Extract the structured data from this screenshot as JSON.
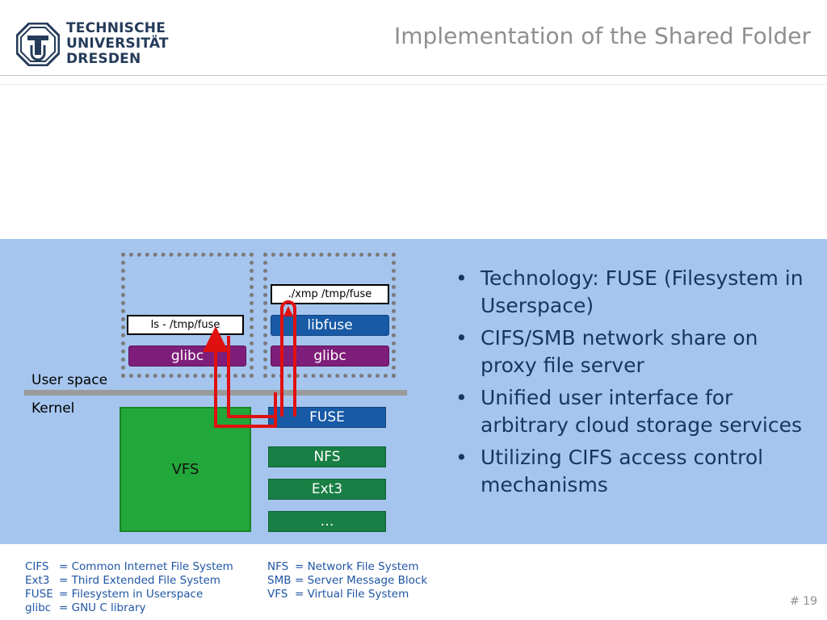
{
  "header": {
    "logo_lines": [
      "TECHNISCHE",
      "UNIVERSITÄT",
      "DRESDEN"
    ],
    "title": "Implementation of the Shared Folder"
  },
  "diagram": {
    "cmd_left": "ls - /tmp/fuse",
    "cmd_right": "./xmp /tmp/fuse",
    "libfuse": "libfuse",
    "glibc_left": "glibc",
    "glibc_right": "glibc",
    "user_space_label": "User space",
    "kernel_label": "Kernel",
    "vfs": "VFS",
    "fuse": "FUSE",
    "nfs": "NFS",
    "ext3": "Ext3",
    "more": "…",
    "colors": {
      "band": "#a5c5ee",
      "glibc": "#7e1e7a",
      "libfuse": "#185aa6",
      "filesystems": "#197f44",
      "vfs": "#22a83a",
      "arrow": "#e01010"
    }
  },
  "bullets": [
    "Technology: FUSE (Filesystem in Userspace)",
    "CIFS/SMB network share on proxy file server",
    "Unified user interface for arbitrary cloud storage services",
    "Utilizing CIFS access control mechanisms"
  ],
  "glossary_left": [
    {
      "abbr": "CIFS",
      "def": "= Common Internet File System"
    },
    {
      "abbr": "Ext3",
      "def": "= Third Extended File System"
    },
    {
      "abbr": "FUSE",
      "def": "= Filesystem in Userspace"
    },
    {
      "abbr": "glibc",
      "def": "= GNU C library"
    }
  ],
  "glossary_right": [
    {
      "abbr": "NFS",
      "def": "= Network File System"
    },
    {
      "abbr": "SMB",
      "def": "= Server Message Block"
    },
    {
      "abbr": "VFS",
      "def": "= Virtual File System"
    }
  ],
  "footer": {
    "page_number": "# 19"
  }
}
